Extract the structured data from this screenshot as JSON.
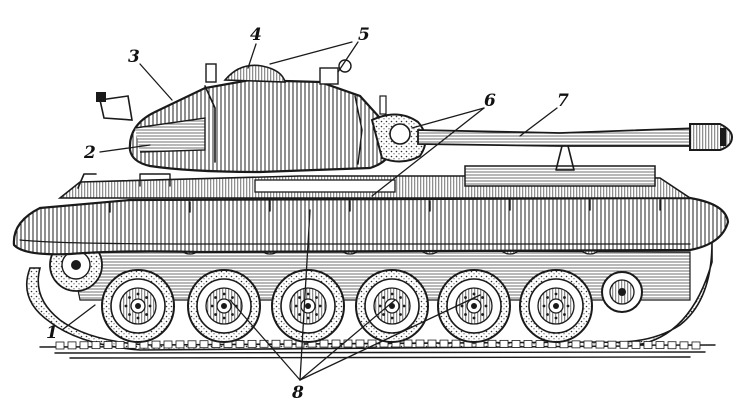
{
  "figure": {
    "ink_color": "#1a1a1a",
    "paper_color": "#ffffff",
    "callouts": [
      {
        "id": "c1",
        "label": "1"
      },
      {
        "id": "c2",
        "label": "2"
      },
      {
        "id": "c3",
        "label": "3"
      },
      {
        "id": "c4",
        "label": "4"
      },
      {
        "id": "c5",
        "label": "5"
      },
      {
        "id": "c6",
        "label": "6"
      },
      {
        "id": "c7",
        "label": "7"
      },
      {
        "id": "c8",
        "label": "8"
      }
    ]
  }
}
